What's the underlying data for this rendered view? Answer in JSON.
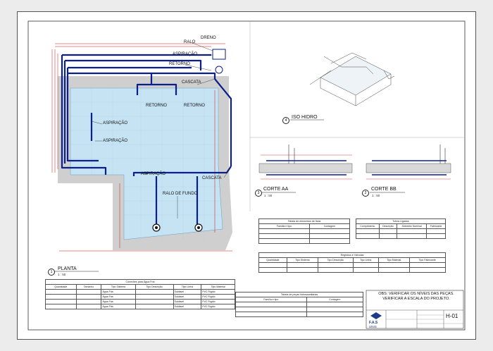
{
  "labels": {
    "dreno": "DRENO",
    "ralo": "RALO",
    "aspiracao": "ASPIRAÇÃO",
    "retorno": "RETORNO",
    "cascata": "CASCATA",
    "ralo_fundo": "RALO DE FUNDO"
  },
  "views": {
    "planta": {
      "num": "1",
      "name": "PLANTA",
      "scale": "1 : 50"
    },
    "iso": {
      "num": "4",
      "name": "ISO HIDRO"
    },
    "corte_aa": {
      "num": "3",
      "name": "CORTE AA",
      "scale": "1 : 50"
    },
    "corte_bb": {
      "num": "2",
      "name": "CORTE BB",
      "scale": "1 : 50"
    }
  },
  "tables": {
    "pipes": {
      "caption": "Conexões para Água Fria",
      "headers": [
        "Quantidade",
        "Tamanho",
        "Tipo Sistema",
        "Tipo Descrição",
        "Tipo Linha",
        "Tipo Material"
      ],
      "rows": [
        [
          "",
          "",
          "Água Fria",
          "",
          "Soldável",
          "PVC Rígido"
        ],
        [
          "",
          "",
          "Água Fria",
          "",
          "Soldável",
          "PVC Rígido"
        ],
        [
          "",
          "",
          "Água Fria",
          "",
          "Soldável",
          "PVC Rígido"
        ],
        [
          "",
          "",
          "Água Fria",
          "",
          "Soldável",
          "PVC Rígido"
        ]
      ]
    },
    "devices": {
      "caption": "Tabela de elementos de fixas",
      "headers": [
        "Família e tipo",
        "Contagem"
      ]
    },
    "pipes_tab": {
      "caption": "Tubos Ligados",
      "headers": [
        "Comprimento",
        "Descrição",
        "Diâmetro Nominal",
        "Fabricante"
      ]
    },
    "registers": {
      "caption": "Registros e Válvulas",
      "headers": [
        "Quantidade",
        "Tipo Sistema",
        "Tipo Descrição",
        "Tipo Linha",
        "Tipo Material",
        "Tipo Fabricante"
      ]
    },
    "equip": {
      "caption": "Tabela de peças hidrossanitárias",
      "headers": [
        "Família e tipo",
        "Contagem"
      ]
    }
  },
  "note": "OBS: VERIFICAR OS NÍVEIS DAS PEÇAS. VERIFICAR A ESCALA DO PROJETO.",
  "titleblock": {
    "logo": "F.A.S",
    "logo2": "UNIS",
    "sheet": "H-01"
  },
  "colors": {
    "pipe": "#0b1f8a",
    "dim": "#d01010",
    "water": "#c6e3f4"
  }
}
